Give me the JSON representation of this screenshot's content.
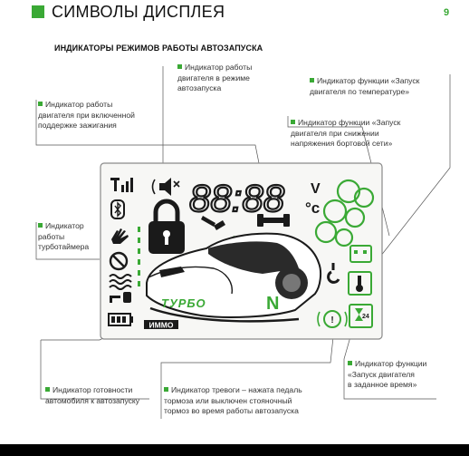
{
  "header": {
    "title": "СИМВОЛЫ ДИСПЛЕЯ",
    "page_number": "9"
  },
  "section": {
    "title": "ИНДИКАТОРЫ РЕЖИМОВ РАБОТЫ АВТОЗАПУСКА"
  },
  "callouts": {
    "engine_autostart": [
      "Индикатор работы",
      "двигателя в режиме",
      "автозапуска"
    ],
    "engine_ignition": [
      "Индикатор работы",
      "двигателя при включенной",
      "поддержке зажигания"
    ],
    "temp_start": [
      "Индикатор функции «Запуск",
      "двигателя по температуре»"
    ],
    "voltage_start": [
      "Индикатор функции «Запуск",
      "двигателя при снижении",
      "напряжения бортовой сети»"
    ],
    "turbo_timer": [
      "Индикатор",
      "работы",
      "турботаймера"
    ],
    "ready": [
      "Индикатор готовности",
      "автомобиля к автозапуску"
    ],
    "alarm": [
      "Индикатор тревоги – нажата педаль",
      "тормоза или выключен стояночный",
      "тормоз во время работы автозапуска"
    ],
    "time_start": [
      "Индикатор функции",
      "«Запуск двигателя",
      "в заданное время»"
    ]
  },
  "display": {
    "clock": "88:88",
    "unit_v": "V",
    "unit_c": "°c",
    "turbo_label": "ТУРБО",
    "immo_label": "ИММО",
    "gear_label": "N",
    "timer_label": "24"
  },
  "colors": {
    "accent": "#3aa935",
    "lcd_black": "#1a1a1a",
    "lcd_bg": "#f7f7f5"
  }
}
